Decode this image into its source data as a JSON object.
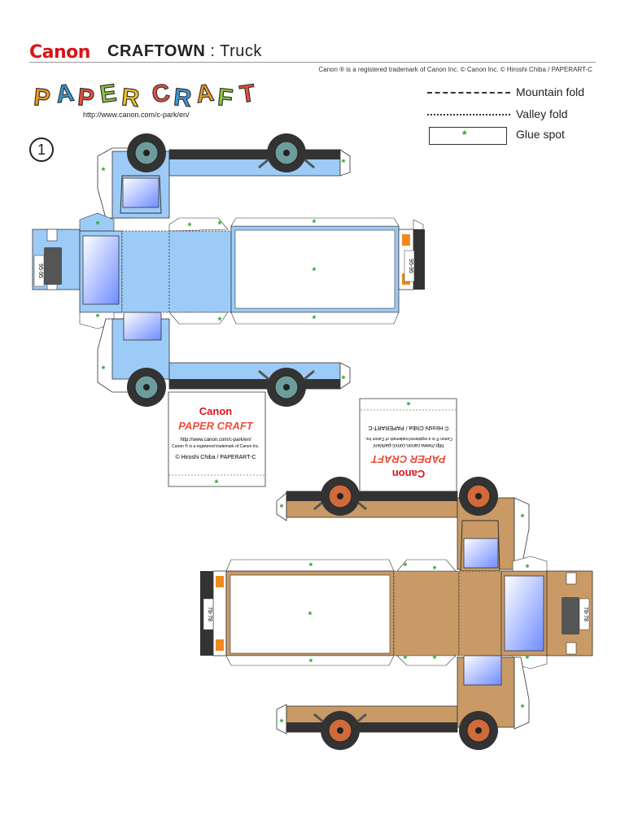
{
  "header": {
    "brand": "Canon",
    "series": "CRAFTOWN",
    "separator": " : ",
    "model": "Truck",
    "credits": "Canon ® is a registered trademark of Canon Inc.  © Canon Inc.  © Hiroshi Chiba / PAPERART-C"
  },
  "logo": {
    "text": "PAPER CRAFT",
    "letters": [
      "P",
      "A",
      "P",
      "E",
      "R",
      "C",
      "R",
      "A",
      "F",
      "T"
    ],
    "letter_colors": [
      "#f39a1f",
      "#3a9ad9",
      "#e94f3c",
      "#8cc63f",
      "#f3c21f",
      "#e94f3c",
      "#3a9ad9",
      "#f39a1f",
      "#8cc63f",
      "#e94f3c"
    ],
    "url": "http://www.canon.com/c-park/en/"
  },
  "legend": {
    "mountain_fold": "Mountain fold",
    "valley_fold": "Valley fold",
    "glue_spot": "Glue spot",
    "glue_marker": "*"
  },
  "step": "1",
  "glue_marker": "*",
  "trucks": {
    "blue": {
      "plate": "95-95",
      "body_color": "#9ccbf7"
    },
    "tan": {
      "plate": "78-78",
      "body_color": "#c99a66"
    }
  },
  "colors": {
    "wheel_blue": "#6d9c9c",
    "wheel_tan": "#cf6a3a",
    "glass": "#6f8cff",
    "tail_light": "#ef8a1f",
    "glue": "#2fa52f",
    "chassis": "#333333"
  },
  "tag": {
    "brand": "Canon",
    "logo": "PAPER CRAFT",
    "url": "http://www.canon.com/c-park/en/",
    "trademark": "Canon ® is a registered trademark of Canon Inc.",
    "copyright": "© Hiroshi Chiba / PAPERART-C"
  }
}
